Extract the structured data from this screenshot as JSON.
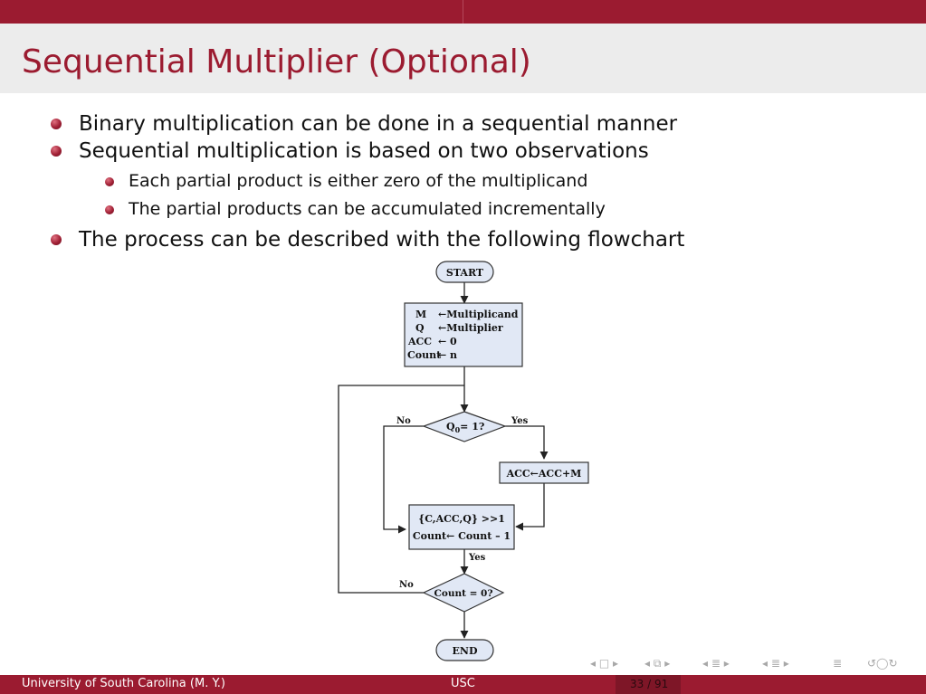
{
  "slide": {
    "title": "Sequential Multiplier (Optional)",
    "bullets": [
      {
        "text": "Binary multiplication can be done in a sequential manner"
      },
      {
        "text": "Sequential multiplication is based on two observations",
        "sub": [
          {
            "text": "Each partial product is either zero of the multiplicand"
          },
          {
            "text": "The partial products can be accumulated incrementally"
          }
        ]
      },
      {
        "text": "The process can be described with the following flowchart"
      }
    ]
  },
  "flowchart": {
    "start": "START",
    "init": [
      "M",
      "←Multiplicand",
      "Q",
      "←Multiplier",
      "ACC",
      "← 0",
      "Count",
      "← n"
    ],
    "decision1_main": "Q",
    "decision1_sub": "0",
    "decision1_rest": "= 1?",
    "no_label_1": "No",
    "yes_label_1": "Yes",
    "add": "ACC←ACC+M",
    "shift": "{C,ACC,Q} >>1",
    "count": "Count← Count – 1",
    "yes_label_2": "Yes",
    "no_label_2": "No",
    "decision2": "Count = 0?",
    "end": "END"
  },
  "footer": {
    "left": "University of South Carolina  (M. Y.)",
    "center": "USC",
    "page": "33 / 91"
  },
  "colors": {
    "accent": "#9b1b30",
    "box_fill": "#e1e8f5",
    "title_bar": "#ececec"
  },
  "nav_icons": [
    "nav-prev-icon",
    "nav-frame-icon",
    "nav-next-icon",
    "nav-section-icon",
    "nav-subsection-icon",
    "nav-align-icon",
    "nav-search-icon"
  ]
}
